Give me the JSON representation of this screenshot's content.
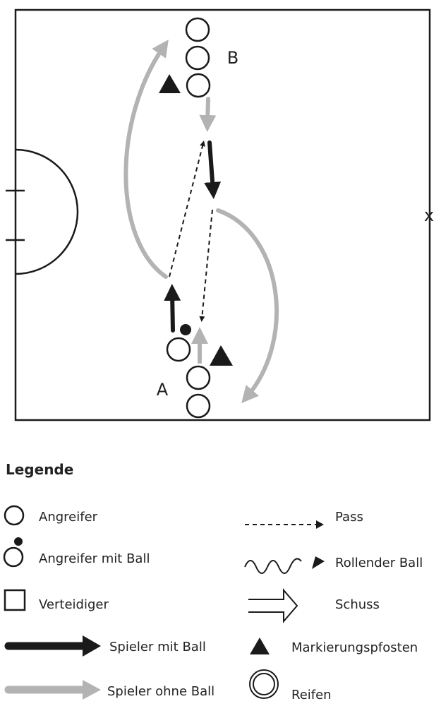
{
  "field": {
    "label_b": "B",
    "label_a": "A",
    "goal_mark": "x"
  },
  "legend": {
    "title": "Legende",
    "items": {
      "angreifer": "Angreifer",
      "angreifer_mit_ball": "Angreifer mit Ball",
      "verteidiger": "Verteidiger",
      "spieler_mit_ball": "Spieler mit Ball",
      "spieler_ohne_ball": "Spieler ohne Ball",
      "pass": "Pass",
      "rollender_ball": "Rollender Ball",
      "schuss": "Schuss",
      "markierungspfosten": "Markierungspfosten",
      "reifen": "Reifen"
    }
  },
  "colors": {
    "black": "#1a1a1a",
    "gray": "#b3b3b3"
  }
}
